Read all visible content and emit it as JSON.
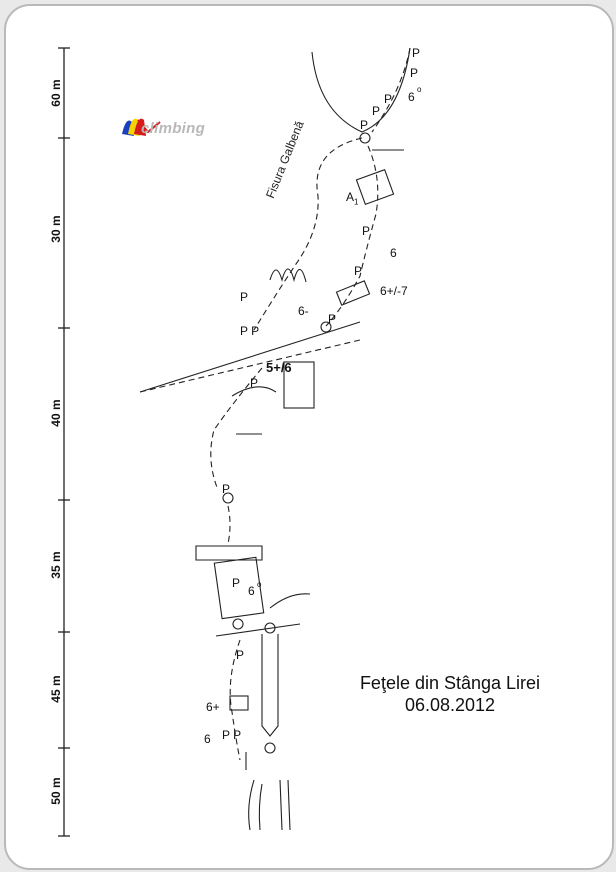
{
  "scale": {
    "segments": [
      {
        "label": "60 m"
      },
      {
        "label": "30 m"
      },
      {
        "label": "40 m"
      },
      {
        "label": "35 m"
      },
      {
        "label": "45 m"
      },
      {
        "label": "50 m"
      }
    ]
  },
  "logo": {
    "text": "climbing",
    "colors": [
      "#1a3fbf",
      "#f4d400",
      "#d71a1a"
    ]
  },
  "route": {
    "name": "Fisura Galbenă"
  },
  "labels": {
    "p": "P",
    "pp": "P P",
    "pp_lower": "P P",
    "grade_6_top": "6",
    "a1": "A",
    "a1_sub": "1",
    "grade_6_mid": "6",
    "grade_6p7": "6+/-7",
    "grade_6minus": "6-",
    "grade_5p6": "5+/6",
    "grade_6_box": "6",
    "grade_6plus": "6+",
    "grade_6_low": "6",
    "deg": "o"
  },
  "title": {
    "line1": "Feţele din Stânga Lirei",
    "line2": "06.08.2012"
  }
}
